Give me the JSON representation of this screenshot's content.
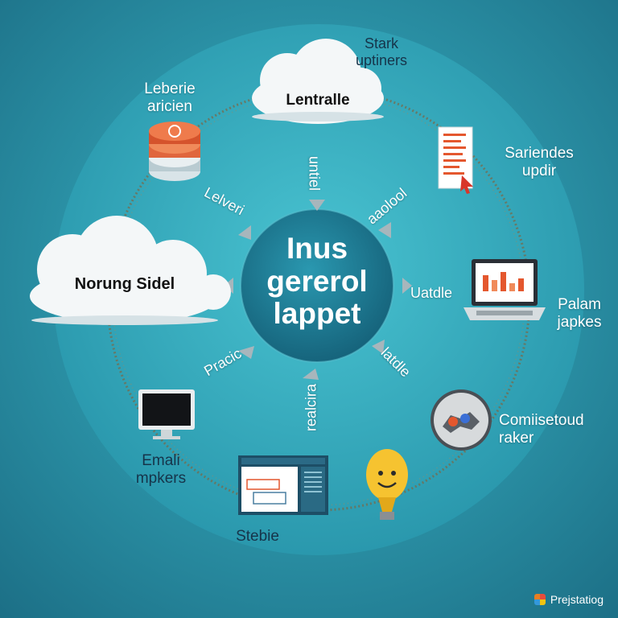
{
  "center": {
    "lines": [
      "Inus",
      "gererol",
      "lappet"
    ]
  },
  "clouds": {
    "top": "Lentralle",
    "left": "Norung Sidel"
  },
  "nodes": {
    "stark": [
      "Stark",
      "uptiners"
    ],
    "leberie": [
      "Leberie",
      "aricien"
    ],
    "sariendes": [
      "Sariendes",
      "updir"
    ],
    "palam": [
      "Palam",
      "japkes"
    ],
    "comiisetoud": [
      "Comiisetoud",
      "raker"
    ],
    "emali": [
      "Emali",
      "mpkers"
    ],
    "stebie": [
      "Stebie"
    ]
  },
  "spokes": {
    "top": "untiel",
    "top_left": "Lelveri",
    "top_right": "aaolool",
    "right": "Uatdle",
    "bottom_right": "latdle",
    "bottom": "realcira",
    "bottom_left": "Pracic"
  },
  "watermark": "Prejstatiog",
  "colors": {
    "bg_dark": "#1c6f86",
    "ring": "#2f9fb2",
    "center": "#1f7f97",
    "cloud": "#f4f7f8",
    "accent_orange": "#e4572e",
    "emoji_yellow": "#f6c330"
  },
  "icons": [
    "database-icon",
    "document-icon",
    "laptop-chart-icon",
    "robot-orb-icon",
    "lightbulb-face-icon",
    "webpage-window-icon",
    "monitor-icon",
    "cloud-icon"
  ]
}
